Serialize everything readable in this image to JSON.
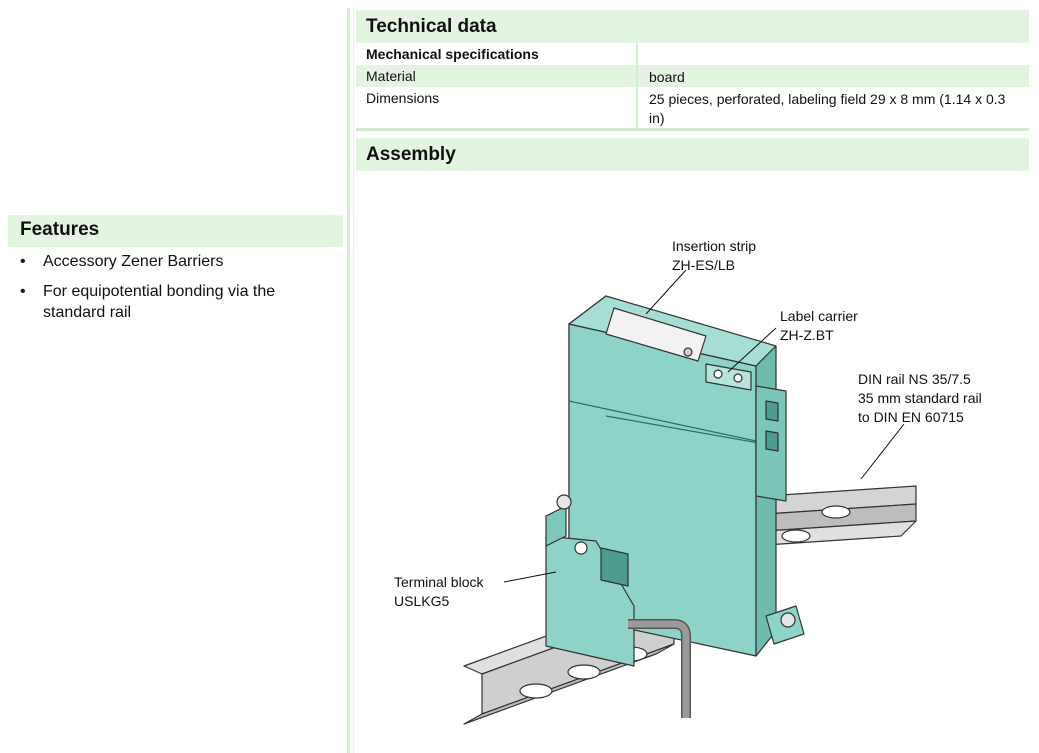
{
  "features": {
    "heading": "Features",
    "items": [
      "Accessory Zener Barriers",
      "For equipotential bonding via the standard rail"
    ]
  },
  "technical": {
    "heading": "Technical data",
    "group_label": "Mechanical specifications",
    "rows": [
      {
        "key": "Material",
        "value": "board"
      },
      {
        "key": "Dimensions",
        "value": "25 pieces, perforated, labeling field 29 x 8 mm (1.14 x 0.3 in)"
      }
    ]
  },
  "assembly": {
    "heading": "Assembly",
    "labels": {
      "insertion_strip": [
        "Insertion strip",
        "ZH-ES/LB"
      ],
      "label_carrier": [
        "Label carrier",
        "ZH-Z.BT"
      ],
      "din_rail": [
        "DIN rail NS 35/7.5",
        "35 mm standard rail",
        "to DIN EN 60715"
      ],
      "terminal_block": [
        "Terminal block",
        "USLKG5"
      ]
    }
  },
  "colors": {
    "header_band": "#e3f5e1",
    "separator": "#d2efcf",
    "device_green": "#8dd3c7",
    "rail_grey": "#d4d4d4"
  }
}
